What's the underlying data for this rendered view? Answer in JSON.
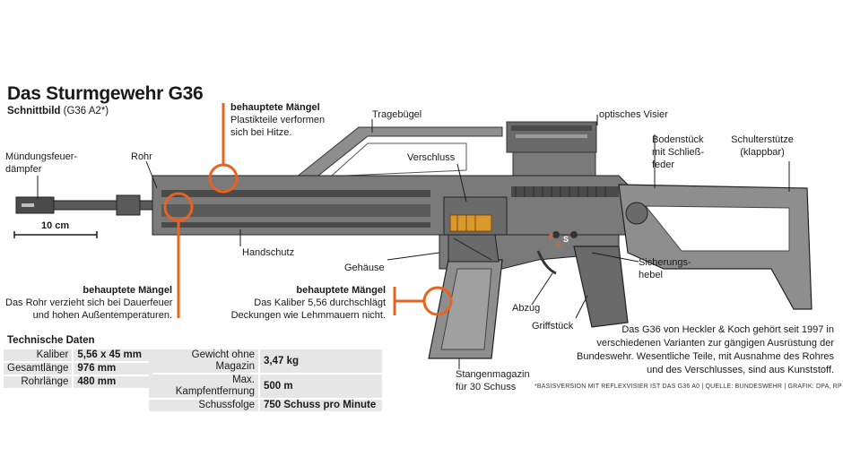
{
  "title": "Das Sturmgewehr G36",
  "subtitle": {
    "bold": "Schnittbild",
    "rest": "(G36 A2*)"
  },
  "scale": {
    "label": "10 cm"
  },
  "labels": {
    "muzzle": [
      "Mündungsfeuer-",
      "dämpfer"
    ],
    "barrel": "Rohr",
    "handguard": "Handschutz",
    "carry_handle": "Tragebügel",
    "bolt": "Verschluss",
    "optical_sight": "optisches Visier",
    "butt_piece": [
      "Bodenstück",
      "mit Schließ-",
      "feder"
    ],
    "shoulder_stock": [
      "Schulterstütze",
      "(klappbar)"
    ],
    "receiver": "Gehäuse",
    "safety": [
      "Sicherungs-",
      "hebel"
    ],
    "trigger": "Abzug",
    "grip": "Griffstück",
    "magazine": [
      "Stangenmagazin",
      "für 30 Schuss"
    ],
    "selector_letters": [
      "F",
      "E",
      "S"
    ]
  },
  "defects": [
    {
      "heading": "behauptete Mängel",
      "lines": [
        "Plastikteile verformen",
        "sich bei Hitze."
      ]
    },
    {
      "heading": "behauptete Mängel",
      "lines": [
        "Das Rohr verzieht sich bei Dauerfeuer",
        "und hohen Außentemperaturen."
      ]
    },
    {
      "heading": "behauptete Mängel",
      "lines": [
        "Das Kaliber 5,56 durchschlägt",
        "Deckungen wie Lehmmauern nicht."
      ]
    }
  ],
  "specs": {
    "title": "Technische Daten",
    "left": [
      {
        "key": "Kaliber",
        "value": "5,56 x 45 mm"
      },
      {
        "key": "Gesamtlänge",
        "value": "976 mm"
      },
      {
        "key": "Rohrlänge",
        "value": "480 mm"
      }
    ],
    "right": [
      {
        "key": "Gewicht ohne Magazin",
        "value": "3,47 kg"
      },
      {
        "key": "Max. Kampfentfernung",
        "value": "500 m"
      },
      {
        "key": "Schussfolge",
        "value": "750 Schuss pro Minute"
      }
    ]
  },
  "note": [
    "Das G36 von Heckler & Koch gehört seit 1997 in",
    "verschiedenen Varianten zur gängigen Ausrüstung der",
    "Bundeswehr. Wesentliche Teile, mit Ausnahme des Rohres",
    "und des Verschlusses, sind aus Kunststoff."
  ],
  "credit": "*BASISVERSION MIT REFLEXVISIER IST DAS G36 A0 | QUELLE: BUNDESWEHR | GRAFIK: DPA, RP",
  "colors": {
    "accent": "#e8641e",
    "gun_dark": "#5a5a5a",
    "gun_mid": "#7a7a7a",
    "gun_light": "#8e8e8e",
    "cartridge": "#d99a2b",
    "table_bg": "#e6e6e6"
  }
}
